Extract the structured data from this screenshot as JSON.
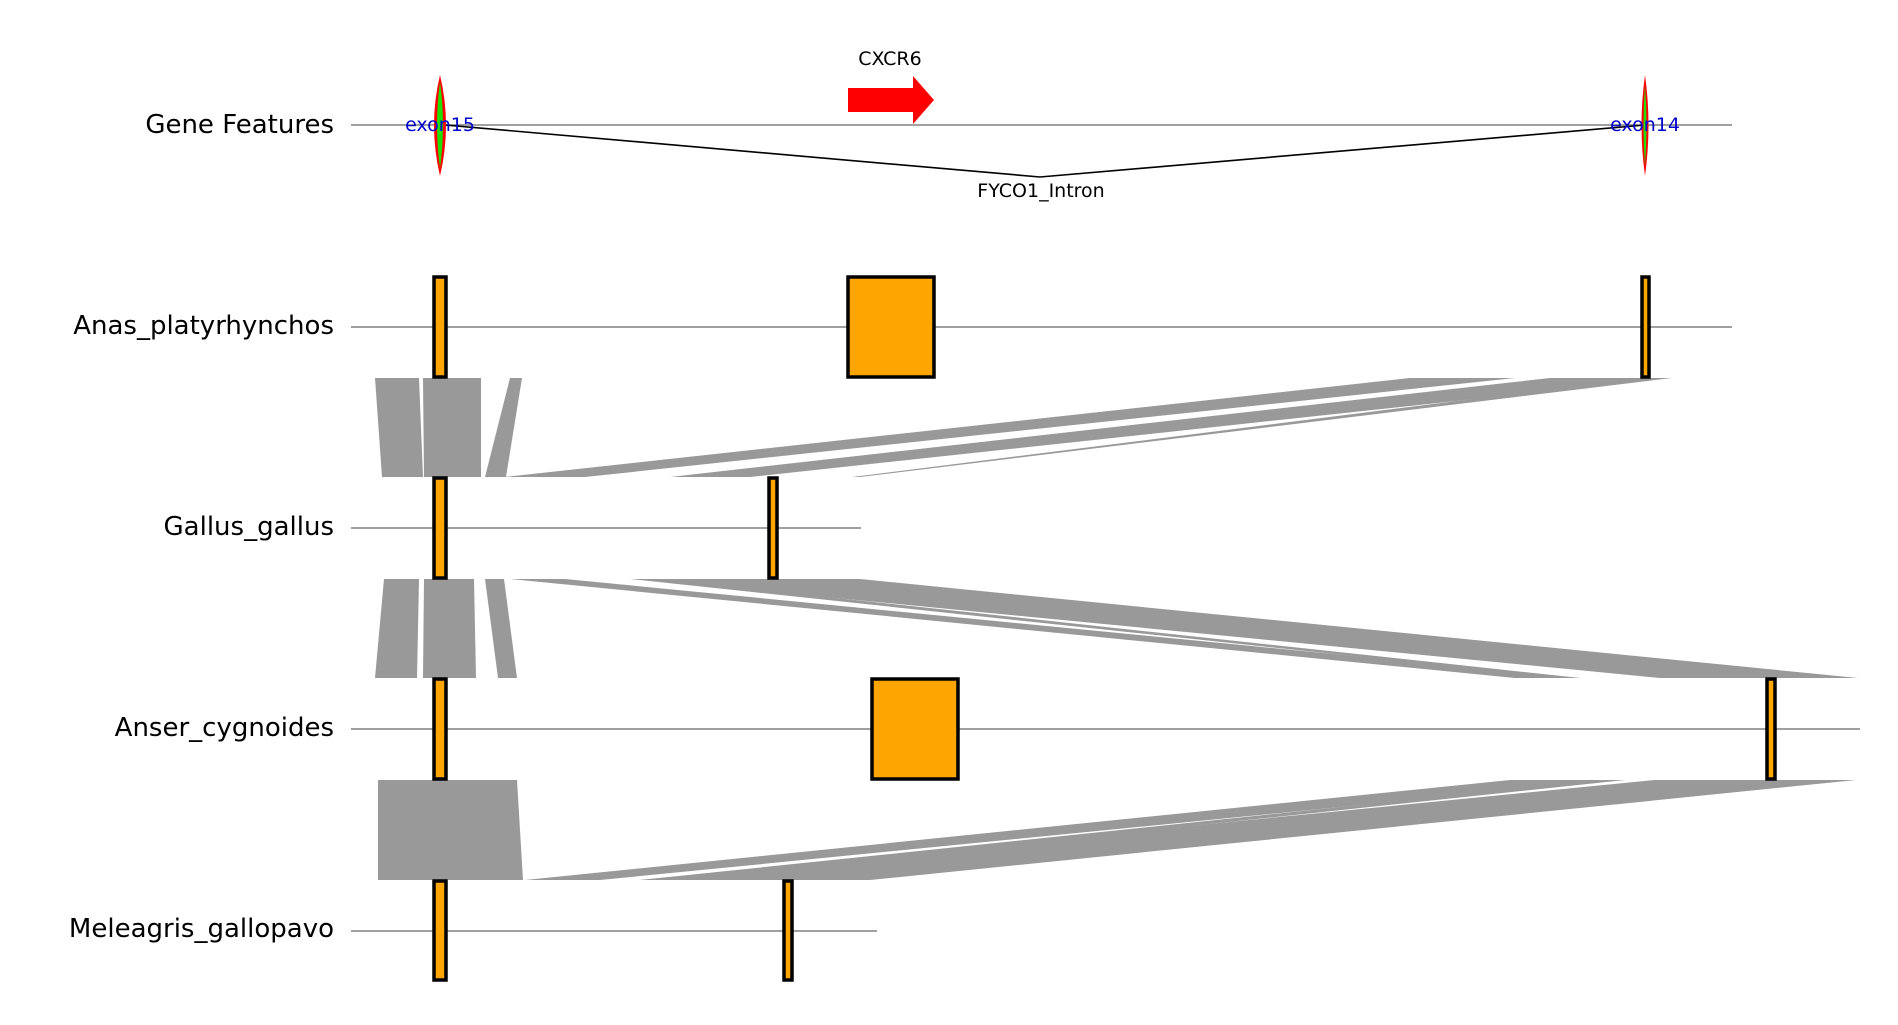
{
  "colors": {
    "backbone": "#808080",
    "exon_box": "#ffa500",
    "box_stroke": "#000000",
    "band": "#999999",
    "gene_arrow": "#ff0000",
    "exon_glyph_outer": "#ff0000",
    "exon_glyph_inner": "#22dd00",
    "exon_label": "#0000cc",
    "intron_line": "#000000"
  },
  "gene_features": {
    "row_label": "Gene Features",
    "exon15_label": "exon15",
    "exon14_label": "exon14",
    "gene_label": "CXCR6",
    "intron_label": "FYCO1_Intron"
  },
  "tracks": [
    {
      "label": "Anas_platyrhynchos"
    },
    {
      "label": "Gallus_gallus"
    },
    {
      "label": "Anser_cygnoides"
    },
    {
      "label": "Meleagris_gallopavo"
    }
  ]
}
